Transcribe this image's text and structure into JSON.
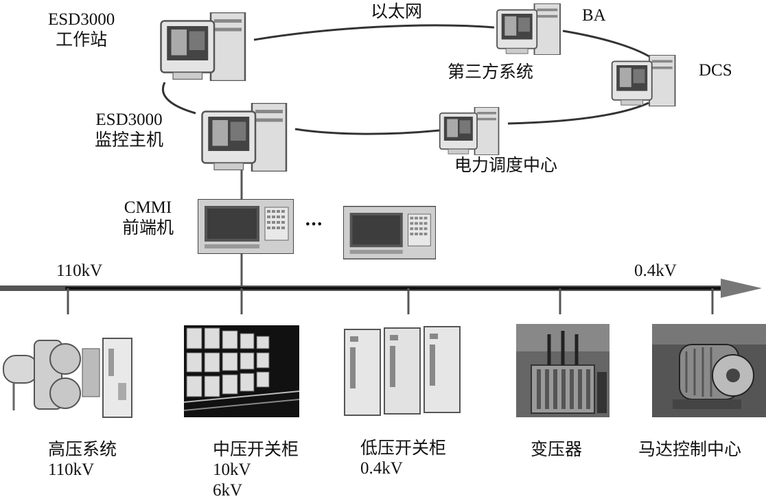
{
  "network": {
    "ethernet_label": "以太网",
    "nodes": {
      "workstation": {
        "line1": "ESD3000",
        "line2": "工作站"
      },
      "monitor_host": {
        "line1": "ESD3000",
        "line2": "监控主机"
      },
      "third_party": {
        "label": "第三方系统"
      },
      "ba": {
        "label": "BA"
      },
      "dcs": {
        "label": "DCS"
      },
      "dispatch": {
        "label": "电力调度中心"
      }
    },
    "front_end": {
      "line1": "CMMI",
      "line2": "前端机",
      "ellipsis": "···"
    }
  },
  "voltage_axis": {
    "start_label": "110kV",
    "end_label": "0.4kV"
  },
  "equipment": [
    {
      "name": "高压系统",
      "voltages": [
        "110kV"
      ]
    },
    {
      "name": "中压开关柜",
      "voltages": [
        "10kV",
        "6kV"
      ]
    },
    {
      "name": "低压开关柜",
      "voltages": [
        "0.4kV"
      ]
    },
    {
      "name": "变压器",
      "voltages": []
    },
    {
      "name": "马达控制中心",
      "voltages": []
    }
  ]
}
